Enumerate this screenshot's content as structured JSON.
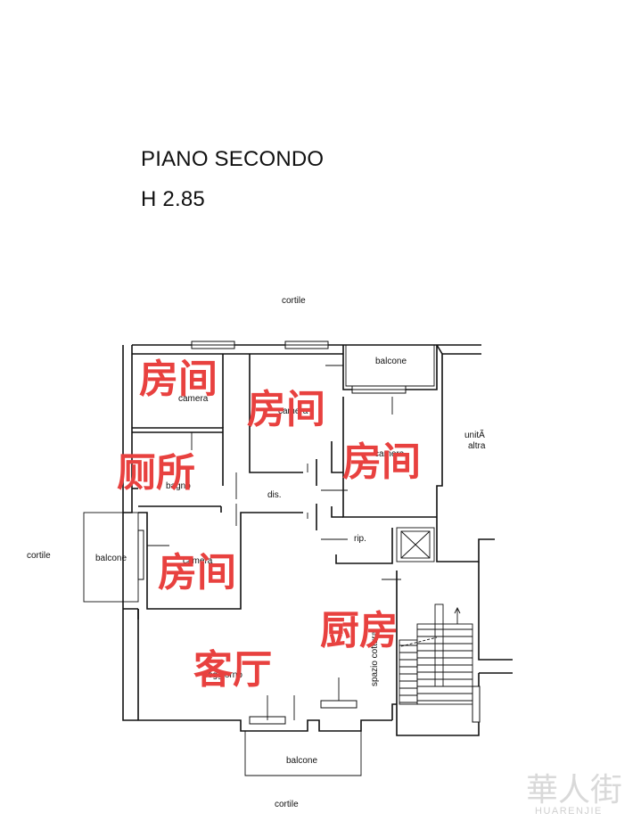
{
  "header": {
    "floor": "PIANO SECONDO",
    "height": "H 2.85"
  },
  "labels": {
    "cortile_top": "cortile",
    "cortile_left": "cortile",
    "cortile_bottom": "cortile",
    "balcone_top": "balcone",
    "balcone_left": "balcone",
    "balcone_bottom": "balcone",
    "camera_1": "camera",
    "camera_2": "camera",
    "camera_3": "camera",
    "camera_4": "camera",
    "bagno": "bagno",
    "dis": "dis.",
    "rip": "rip.",
    "unita_altra_1": "unitÃ",
    "unita_altra_2": "altra",
    "soggiorno": "soggiorno",
    "spazio_cottura": "spazio cottura"
  },
  "annotations": {
    "room_1": "房间",
    "room_2": "房间",
    "room_3": "房间",
    "room_4": "房间",
    "toilet": "厕所",
    "kitchen": "厨房",
    "living": "客厅"
  },
  "watermark": {
    "logo_text": "華人街",
    "site_text": "HUARENJIE"
  }
}
